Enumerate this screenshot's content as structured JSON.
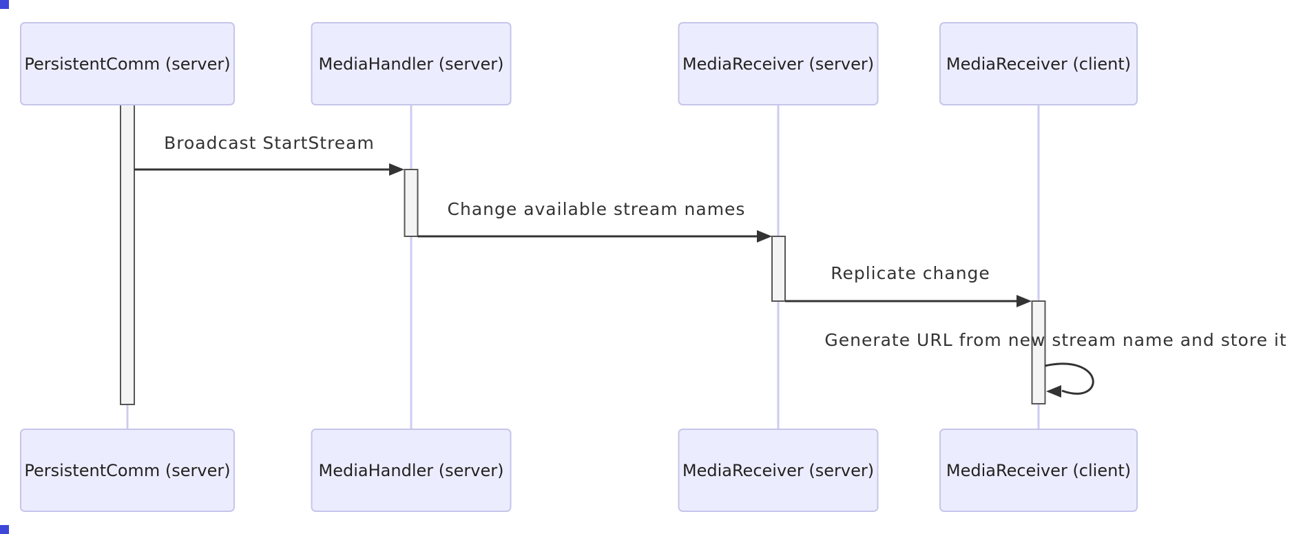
{
  "diagram": {
    "type": "sequence-diagram",
    "participants": [
      {
        "id": "persistentcomm-server",
        "label": "PersistentComm (server)"
      },
      {
        "id": "mediahandler-server",
        "label": "MediaHandler (server)"
      },
      {
        "id": "mediareceiver-server",
        "label": "MediaReceiver (server)"
      },
      {
        "id": "mediareceiver-client",
        "label": "MediaReceiver (client)"
      }
    ],
    "messages": [
      {
        "from": "PersistentComm (server)",
        "to": "MediaHandler (server)",
        "label": "Broadcast StartStream",
        "kind": "solid-arrow"
      },
      {
        "from": "MediaHandler (server)",
        "to": "MediaReceiver (server)",
        "label": "Change available stream names",
        "kind": "solid-arrow"
      },
      {
        "from": "MediaReceiver (server)",
        "to": "MediaReceiver (client)",
        "label": "Replicate change",
        "kind": "solid-arrow"
      },
      {
        "from": "MediaReceiver (client)",
        "to": "MediaReceiver (client)",
        "label": "Generate URL from new stream name and store it",
        "kind": "self-arrow"
      }
    ],
    "colors": {
      "background": "#ffffff",
      "actor_fill": "#ececff",
      "actor_border": "#c5c5ea",
      "actor_text": "#222222",
      "lifeline": "#ccccf2",
      "activation_fill": "#f4f4f4",
      "activation_border": "#555555",
      "message_line": "#333333",
      "message_text": "#333333",
      "corner_marker": "#3d48d8"
    }
  }
}
